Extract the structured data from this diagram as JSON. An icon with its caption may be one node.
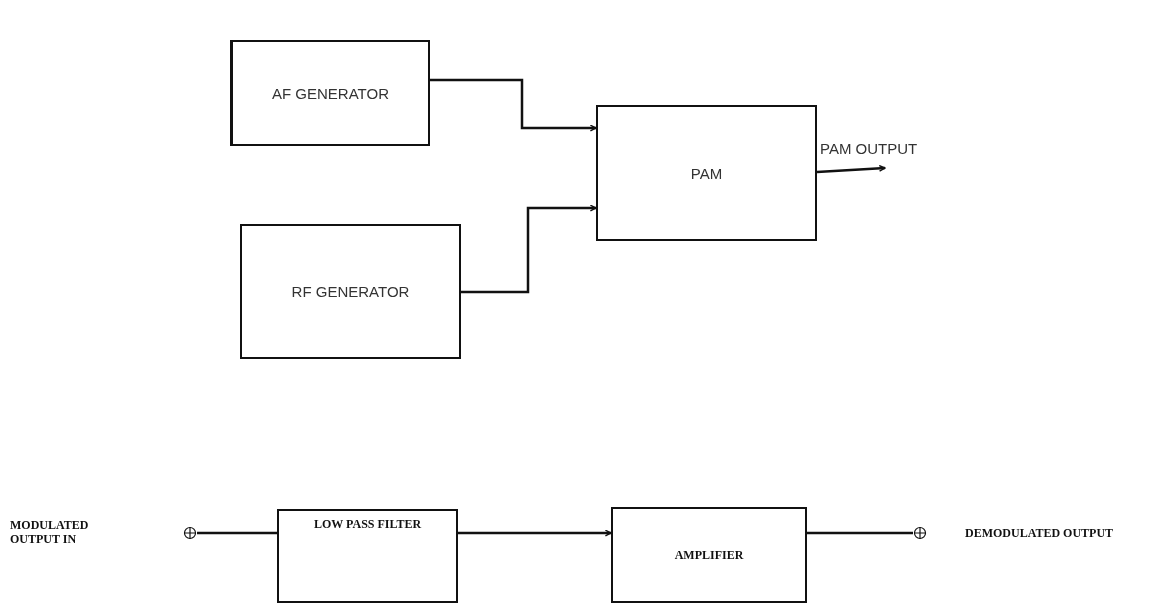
{
  "diagram": {
    "nodes": [
      {
        "text": [
          "AF GENERATOR"
        ]
      },
      {
        "text": [
          "RF GENERATOR"
        ]
      },
      {
        "text": [
          "PAM"
        ]
      },
      {
        "text": [],
        "shape": "circle"
      },
      {
        "text": [
          "LOW PASS FILTER"
        ]
      },
      {
        "text": [
          "AMPLIFIER"
        ]
      },
      {
        "text": [],
        "shape": "circle"
      }
    ],
    "edges": [
      {
        "from": 0,
        "to": 2,
        "arrow": "to"
      },
      {
        "from": 1,
        "to": 2,
        "arrow": "to"
      },
      {
        "from": 2,
        "to": null,
        "arrow": "to",
        "label": "PAM OUTPUT"
      },
      {
        "from": 3,
        "to": 4,
        "arrow": "none"
      },
      {
        "from": 4,
        "to": 5,
        "arrow": "to"
      },
      {
        "from": 5,
        "to": 6,
        "arrow": "none"
      }
    ],
    "labels": [
      "MODULATED OUTPUT IN",
      "DEMODULATED OUTPUT"
    ]
  }
}
